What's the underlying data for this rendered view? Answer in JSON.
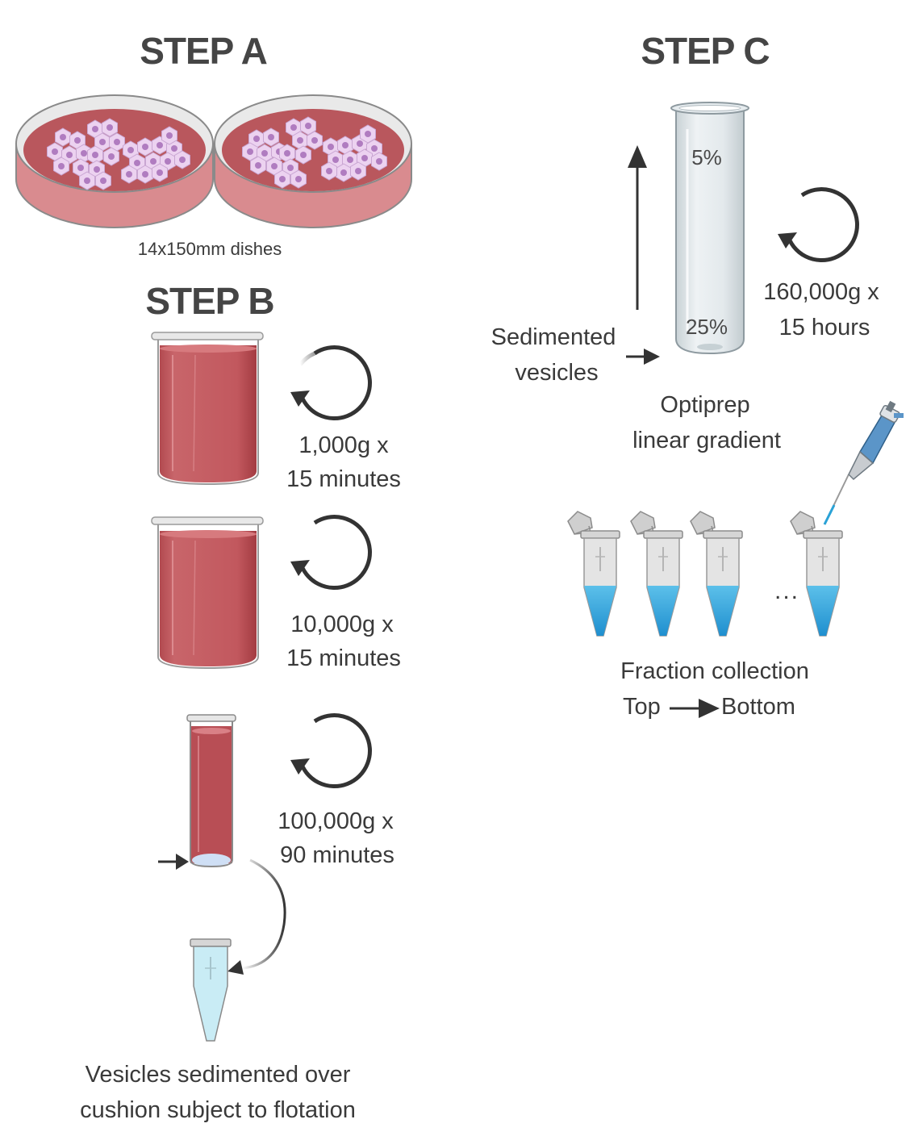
{
  "step_a": {
    "title": "STEP A",
    "dishes_caption": "14x150mm dishes"
  },
  "step_b": {
    "title": "STEP B",
    "spin1": {
      "line1": "1,000g x",
      "line2": "15 minutes"
    },
    "spin2": {
      "line1": "10,000g x",
      "line2": "15 minutes"
    },
    "spin3": {
      "line1": "100,000g x",
      "line2": "90 minutes"
    },
    "caption": {
      "line1": "Vesicles sedimented over",
      "line2": "cushion subject to flotation"
    }
  },
  "step_c": {
    "title": "STEP C",
    "top_percent": "5%",
    "bottom_percent": "25%",
    "sediment_label": {
      "line1": "Sedimented",
      "line2": "vesicles"
    },
    "spin": {
      "line1": "160,000g x",
      "line2": "15 hours"
    },
    "gradient_label": {
      "line1": "Optiprep",
      "line2": "linear gradient"
    },
    "fraction_label": {
      "line1": "Fraction collection",
      "top": "Top",
      "bottom": "Bottom"
    },
    "ellipsis": "..."
  },
  "colors": {
    "medium_red": "#c0585e",
    "dish_pink": "#d9898c",
    "cell_pink": "#e6c6ec",
    "fraction_blue": "#3ea8dc",
    "arrow_dark": "#333333"
  }
}
